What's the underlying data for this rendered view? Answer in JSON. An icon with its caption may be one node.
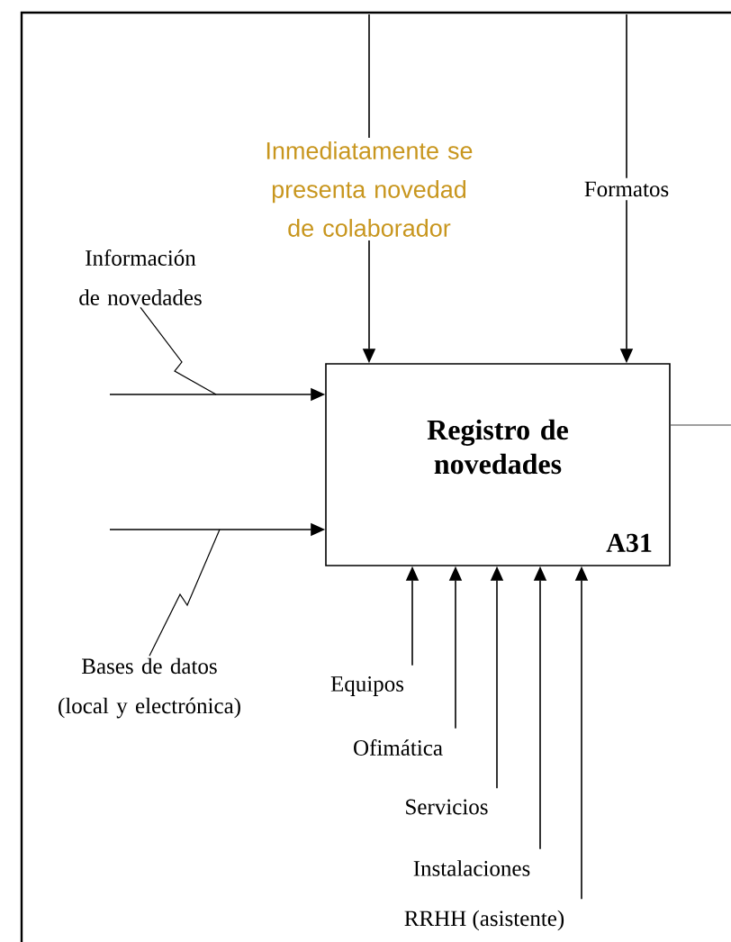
{
  "diagram": {
    "nodes": [
      {
        "text": [
          "Registro de novedades",
          "A31"
        ]
      },
      {
        "text": [
          "Equipos"
        ]
      },
      {
        "text": [
          "Ofimática"
        ]
      },
      {
        "text": [
          "Servicios"
        ]
      },
      {
        "text": [
          "Instalaciones"
        ]
      },
      {
        "text": [
          "RRHH (asistente)"
        ]
      },
      {
        "text": [
          "Información de novedades"
        ]
      },
      {
        "text": [
          "Bases de datos (local y electrónica)"
        ]
      }
    ],
    "edges": [
      {
        "from": null,
        "to": 0,
        "arrow": "to",
        "label": "Inmediatamente se presenta novedad de colaborador"
      },
      {
        "from": null,
        "to": 0,
        "arrow": "to",
        "label": "Formatos"
      },
      {
        "from": null,
        "to": 0,
        "arrow": "to"
      },
      {
        "from": null,
        "to": 0,
        "arrow": "to"
      },
      {
        "from": 0,
        "to": null,
        "arrow": "none",
        "color": "#7f7f7f"
      },
      {
        "from": 1,
        "to": 0,
        "arrow": "to"
      },
      {
        "from": 2,
        "to": 0,
        "arrow": "to"
      },
      {
        "from": 3,
        "to": 0,
        "arrow": "to"
      },
      {
        "from": 4,
        "to": 0,
        "arrow": "to"
      },
      {
        "from": 5,
        "to": 0,
        "arrow": "to"
      },
      {
        "from": 6,
        "to": null,
        "arrow": "none"
      },
      {
        "from": 7,
        "to": null,
        "arrow": "none"
      }
    ]
  }
}
